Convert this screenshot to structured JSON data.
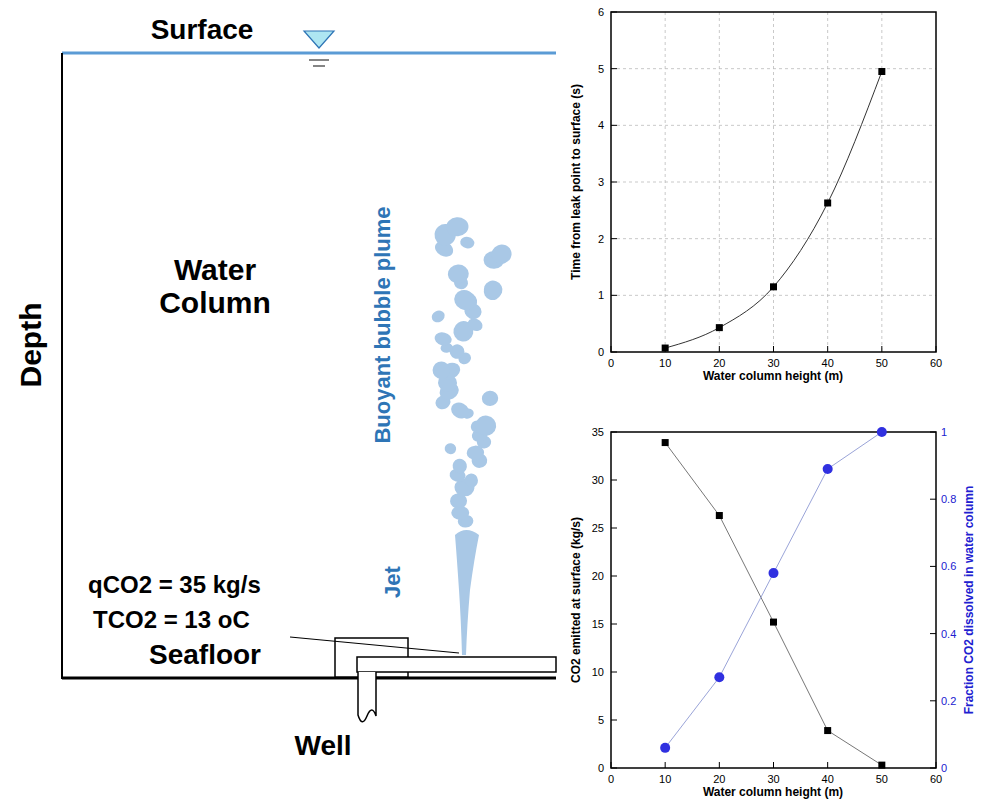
{
  "diagram": {
    "labels": [
      "Surface",
      "Water Column",
      "Depth",
      "Buoyant bubble plume",
      "Jet",
      "qCO2 = 35 kg/s",
      "TCO2 = 13 oC",
      "Seafloor",
      "Well",
      "0",
      "10",
      "20",
      "30",
      "40",
      "50",
      "60",
      "0",
      "1",
      "2",
      "3",
      "4",
      "5",
      "6",
      "Time from leak point to surface (s)",
      "Water column height (m)",
      "0",
      "10",
      "20",
      "30",
      "40",
      "50",
      "60",
      "0",
      "5",
      "10",
      "15",
      "20",
      "25",
      "30",
      "35",
      "0",
      "0.2",
      "0.4",
      "0.6",
      "0.8",
      "1",
      "CO2 emitted at surface (kg/s)",
      "Fraction CO2 dissolved in water column",
      "Water column height (m)"
    ]
  }
}
